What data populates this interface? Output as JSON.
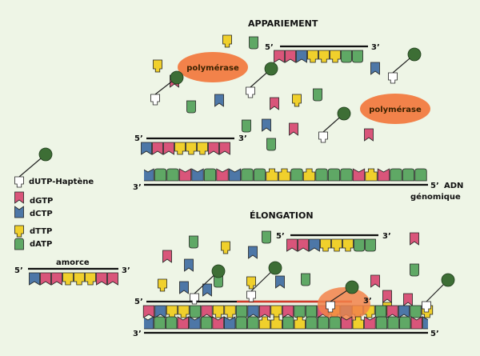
{
  "titles": {
    "pairing": "APPARIEMENT",
    "elongation": "ÉLONGATION"
  },
  "polymerase_label": "polymérase",
  "strand_ends": {
    "five": "5’",
    "three": "3’"
  },
  "adn_label": "ADN",
  "genomique_label": "génomique",
  "legend": {
    "dutp": "dUTP-Haptène",
    "dgtp": "dGTP",
    "dctp": "dCTP",
    "dttp": "dTTP",
    "datp": "dATP",
    "amorce": "amorce"
  },
  "colors": {
    "background": "#eef5e6",
    "pink_dgtp": "#d9557a",
    "blue_dctp": "#4d77a7",
    "yellow_dttp": "#f0d02c",
    "green_datp": "#5fa865",
    "hapten": "#3d6e35",
    "polymerase": "#f2824a",
    "strand": "#111111",
    "new_strand": "#d03a2a"
  }
}
